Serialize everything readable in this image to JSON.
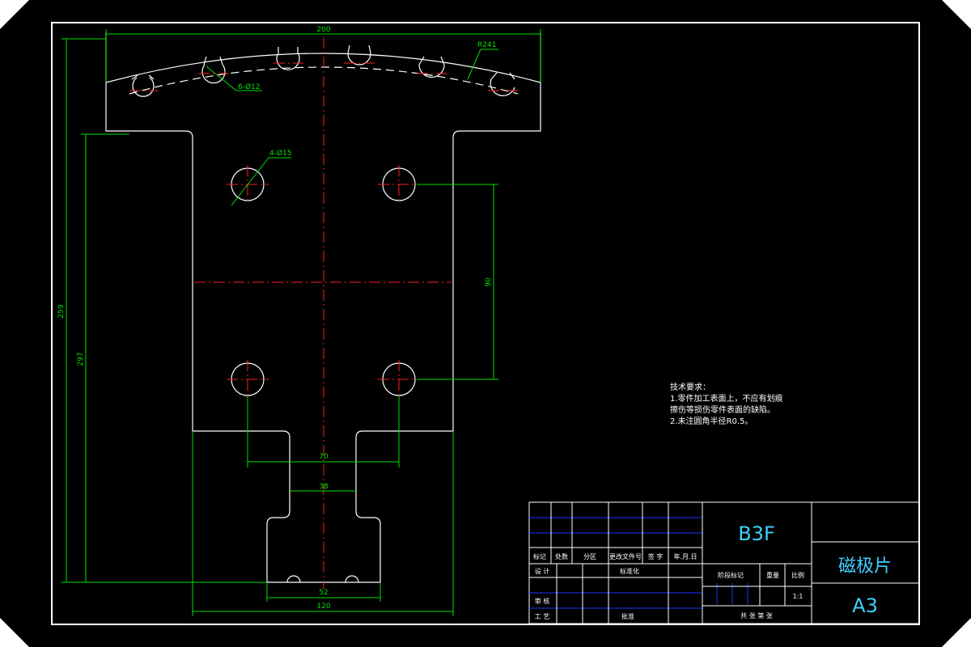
{
  "drawing": {
    "dimensions": {
      "overall_width": "200",
      "outer_radius": "R241",
      "slot_holes": "6-Ø12",
      "mount_holes": "4-Ø15",
      "hole_spacing_v": "90",
      "height_259": "259",
      "height_297": "297",
      "hole_spacing_h": "70",
      "neck_width": "38",
      "foot_width": "52",
      "body_width": "120"
    },
    "tech_notes": {
      "title": "技术要求：",
      "line1": "1.零件加工表面上，不应有划痕",
      "line2": "擦伤等损伤零件表面的缺陷。",
      "line3": "2.未注圆角半径R0.5。"
    }
  },
  "title_block": {
    "material": "B3F",
    "part_name": "磁极片",
    "sheet_size": "A3",
    "rev_headers": [
      "标记",
      "处数",
      "分区",
      "更改文件号",
      "签 字",
      "年.月.日"
    ],
    "sign_rows": {
      "design": "设 计",
      "standardize": "标准化",
      "review": "审 核",
      "process": "工 艺",
      "approve": "批准"
    },
    "stage_mark": "阶段标记",
    "weight": "重量",
    "scale_label": "比例",
    "scale_value": "1:1",
    "sheets": "共    张    第    张"
  },
  "colors": {
    "background": "#000000",
    "outline": "#ffffff",
    "dimension": "#00e000",
    "centerline": "#ff2020",
    "grid_line": "#1a36ff",
    "cyan_text": "#40d0ff"
  }
}
